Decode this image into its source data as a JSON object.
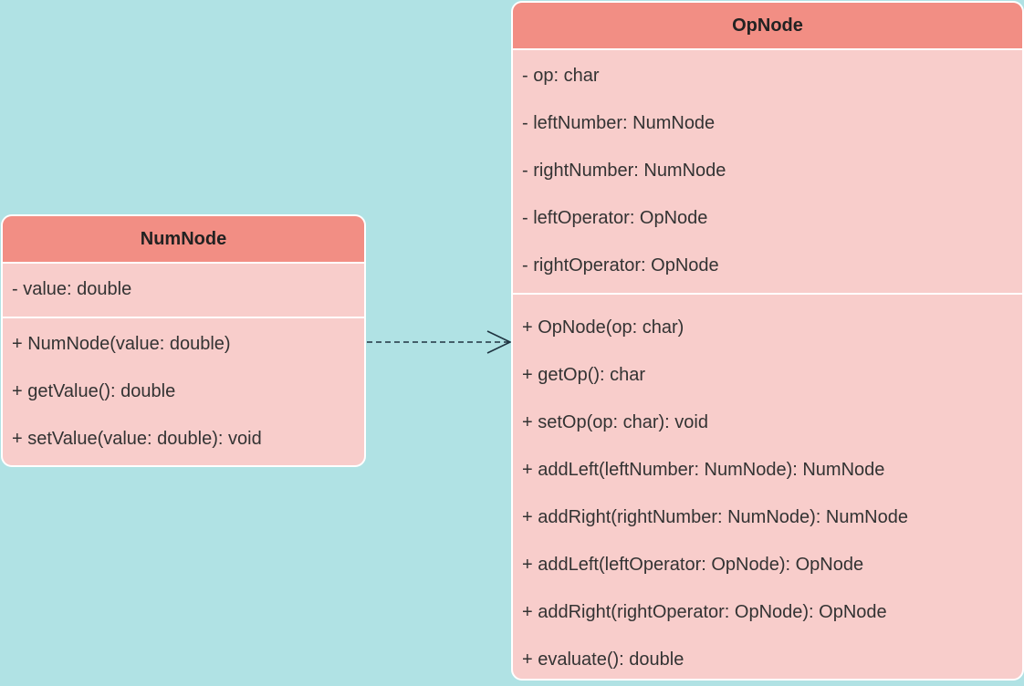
{
  "diagram": {
    "background_color": "#b0e2e4",
    "header_color": "#f28e84",
    "body_color": "#f8cdcb",
    "border_color": "#ffffff",
    "edge_color": "#1f3340",
    "classes": [
      {
        "id": "numnode",
        "name": "NumNode",
        "attributes": [
          "- value: double"
        ],
        "methods": [
          "+ NumNode(value: double)",
          "+ getValue(): double",
          "+ setValue(value: double): void"
        ]
      },
      {
        "id": "opnode",
        "name": "OpNode",
        "attributes": [
          "- op: char",
          "- leftNumber: NumNode",
          "- rightNumber: NumNode",
          "- leftOperator: OpNode",
          "- rightOperator: OpNode"
        ],
        "methods": [
          "+ OpNode(op: char)",
          "+ getOp(): char",
          "+ setOp(op: char): void",
          "+ addLeft(leftNumber: NumNode): NumNode",
          "+ addRight(rightNumber: NumNode): NumNode",
          "+ addLeft(leftOperator: OpNode): OpNode",
          "+ addRight(rightOperator: OpNode): OpNode",
          "+ evaluate(): double"
        ]
      }
    ],
    "edges": [
      {
        "from": "numnode",
        "to": "opnode",
        "relationship": "dependency",
        "line_style": "dashed",
        "arrowhead": "open"
      }
    ]
  }
}
